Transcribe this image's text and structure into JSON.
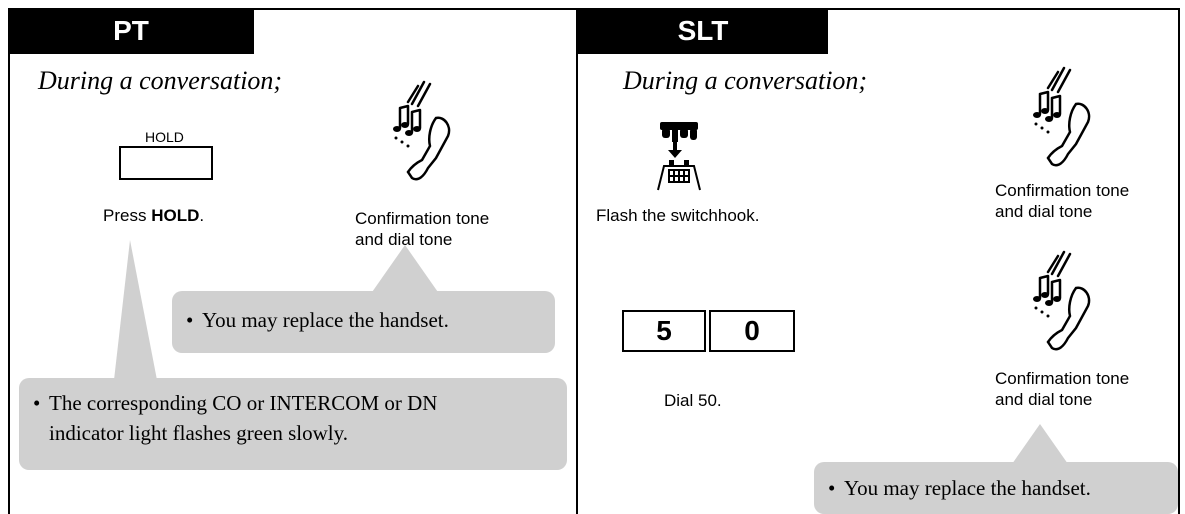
{
  "pt": {
    "tab": "PT",
    "condition": "During a conversation;",
    "hold_key_label": "HOLD",
    "press_prefix": "Press ",
    "press_key": "HOLD",
    "press_suffix": ".",
    "tone_line1": "Confirmation tone",
    "tone_line2": "and dial tone",
    "note_handset": "You may replace the handset.",
    "note_indicator_line1": "The corresponding CO or INTERCOM or DN",
    "note_indicator_line2": "indicator light flashes green slowly."
  },
  "slt": {
    "tab": "SLT",
    "condition": "During a conversation;",
    "flash_caption": "Flash the switchhook.",
    "tone1_line1": "Confirmation tone",
    "tone1_line2": "and dial tone",
    "digits": [
      "5",
      "0"
    ],
    "dial_caption": "Dial 50.",
    "tone2_line1": "Confirmation tone",
    "tone2_line2": "and dial tone",
    "note_handset": "You may replace the handset."
  },
  "bullet": "•",
  "icons": [
    "handset-ringing-icon",
    "switchhook-icon"
  ],
  "colors": {
    "tab_bg": "#000000",
    "bubble_bg": "#d0d0d0"
  }
}
